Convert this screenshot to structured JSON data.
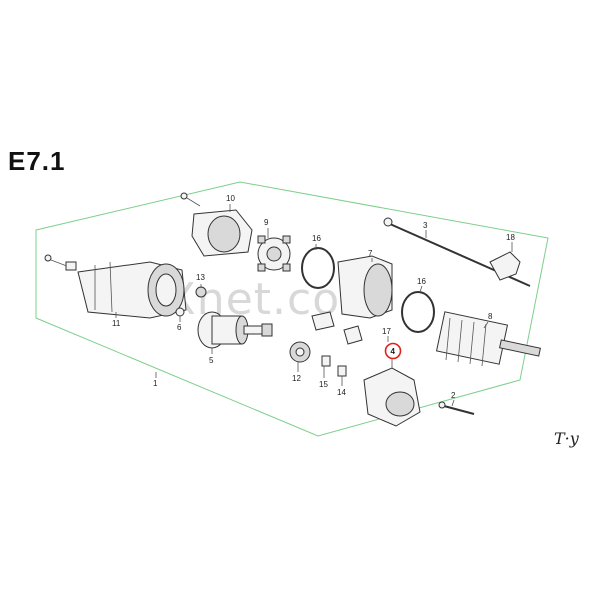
{
  "section_title": "E7.1",
  "watermark": "ReXnet.com",
  "highlight_color": "#e0201b",
  "frame_color": "#7ccf8a",
  "highlighted_part": "4",
  "callouts": [
    "10",
    "9",
    "16",
    "7",
    "3",
    "18",
    "13",
    "11",
    "6",
    "5",
    "12",
    "15",
    "14",
    "16",
    "17",
    "4",
    "8",
    "2",
    "1"
  ],
  "signature": "T·y"
}
